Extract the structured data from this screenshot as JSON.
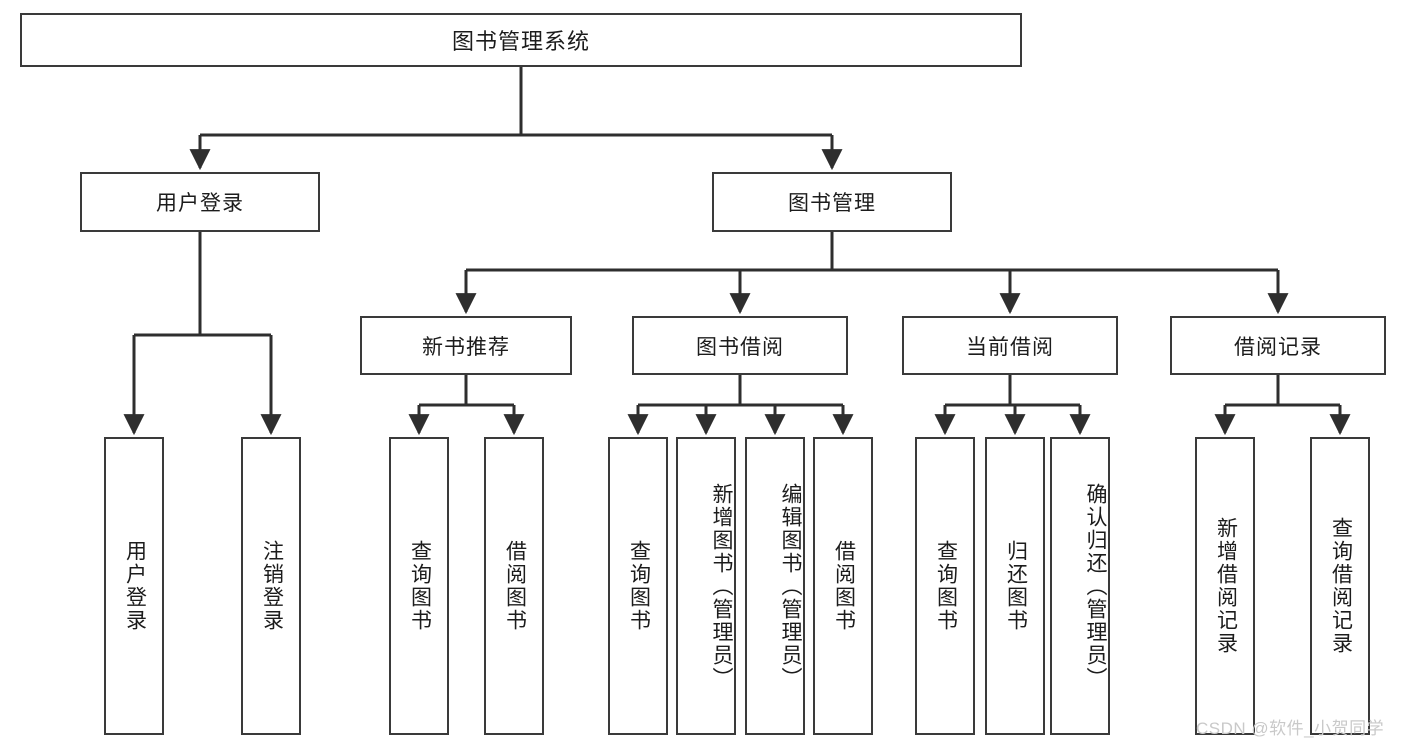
{
  "diagram": {
    "type": "tree",
    "title": "图书管理系统",
    "root": {
      "label": "图书管理系统"
    },
    "level1": [
      {
        "label": "用户登录"
      },
      {
        "label": "图书管理"
      }
    ],
    "level2": [
      {
        "label": "新书推荐"
      },
      {
        "label": "图书借阅"
      },
      {
        "label": "当前借阅"
      },
      {
        "label": "借阅记录"
      }
    ],
    "leaves": {
      "user_login": [
        {
          "label": "用户登录"
        },
        {
          "label": "注销登录"
        }
      ],
      "new_book_recommend": [
        {
          "label": "查询图书"
        },
        {
          "label": "借阅图书"
        }
      ],
      "book_borrow": [
        {
          "label": "查询图书"
        },
        {
          "label": "新增图书（管理员）"
        },
        {
          "label": "编辑图书（管理员）"
        },
        {
          "label": "借阅图书"
        }
      ],
      "current_borrow": [
        {
          "label": "查询图书"
        },
        {
          "label": "归还图书"
        },
        {
          "label": "确认归还（管理员）"
        }
      ],
      "borrow_record": [
        {
          "label": "新增借阅记录"
        },
        {
          "label": "查询借阅记录"
        }
      ]
    }
  },
  "watermark": {
    "text": "CSDN @软件_小贺同学"
  },
  "colors": {
    "box_border": "#3a3a3a",
    "box_fill": "#ffffff",
    "text": "#1c1c1c",
    "connector": "#2e2e2e",
    "watermark": "#c9c9c9"
  }
}
